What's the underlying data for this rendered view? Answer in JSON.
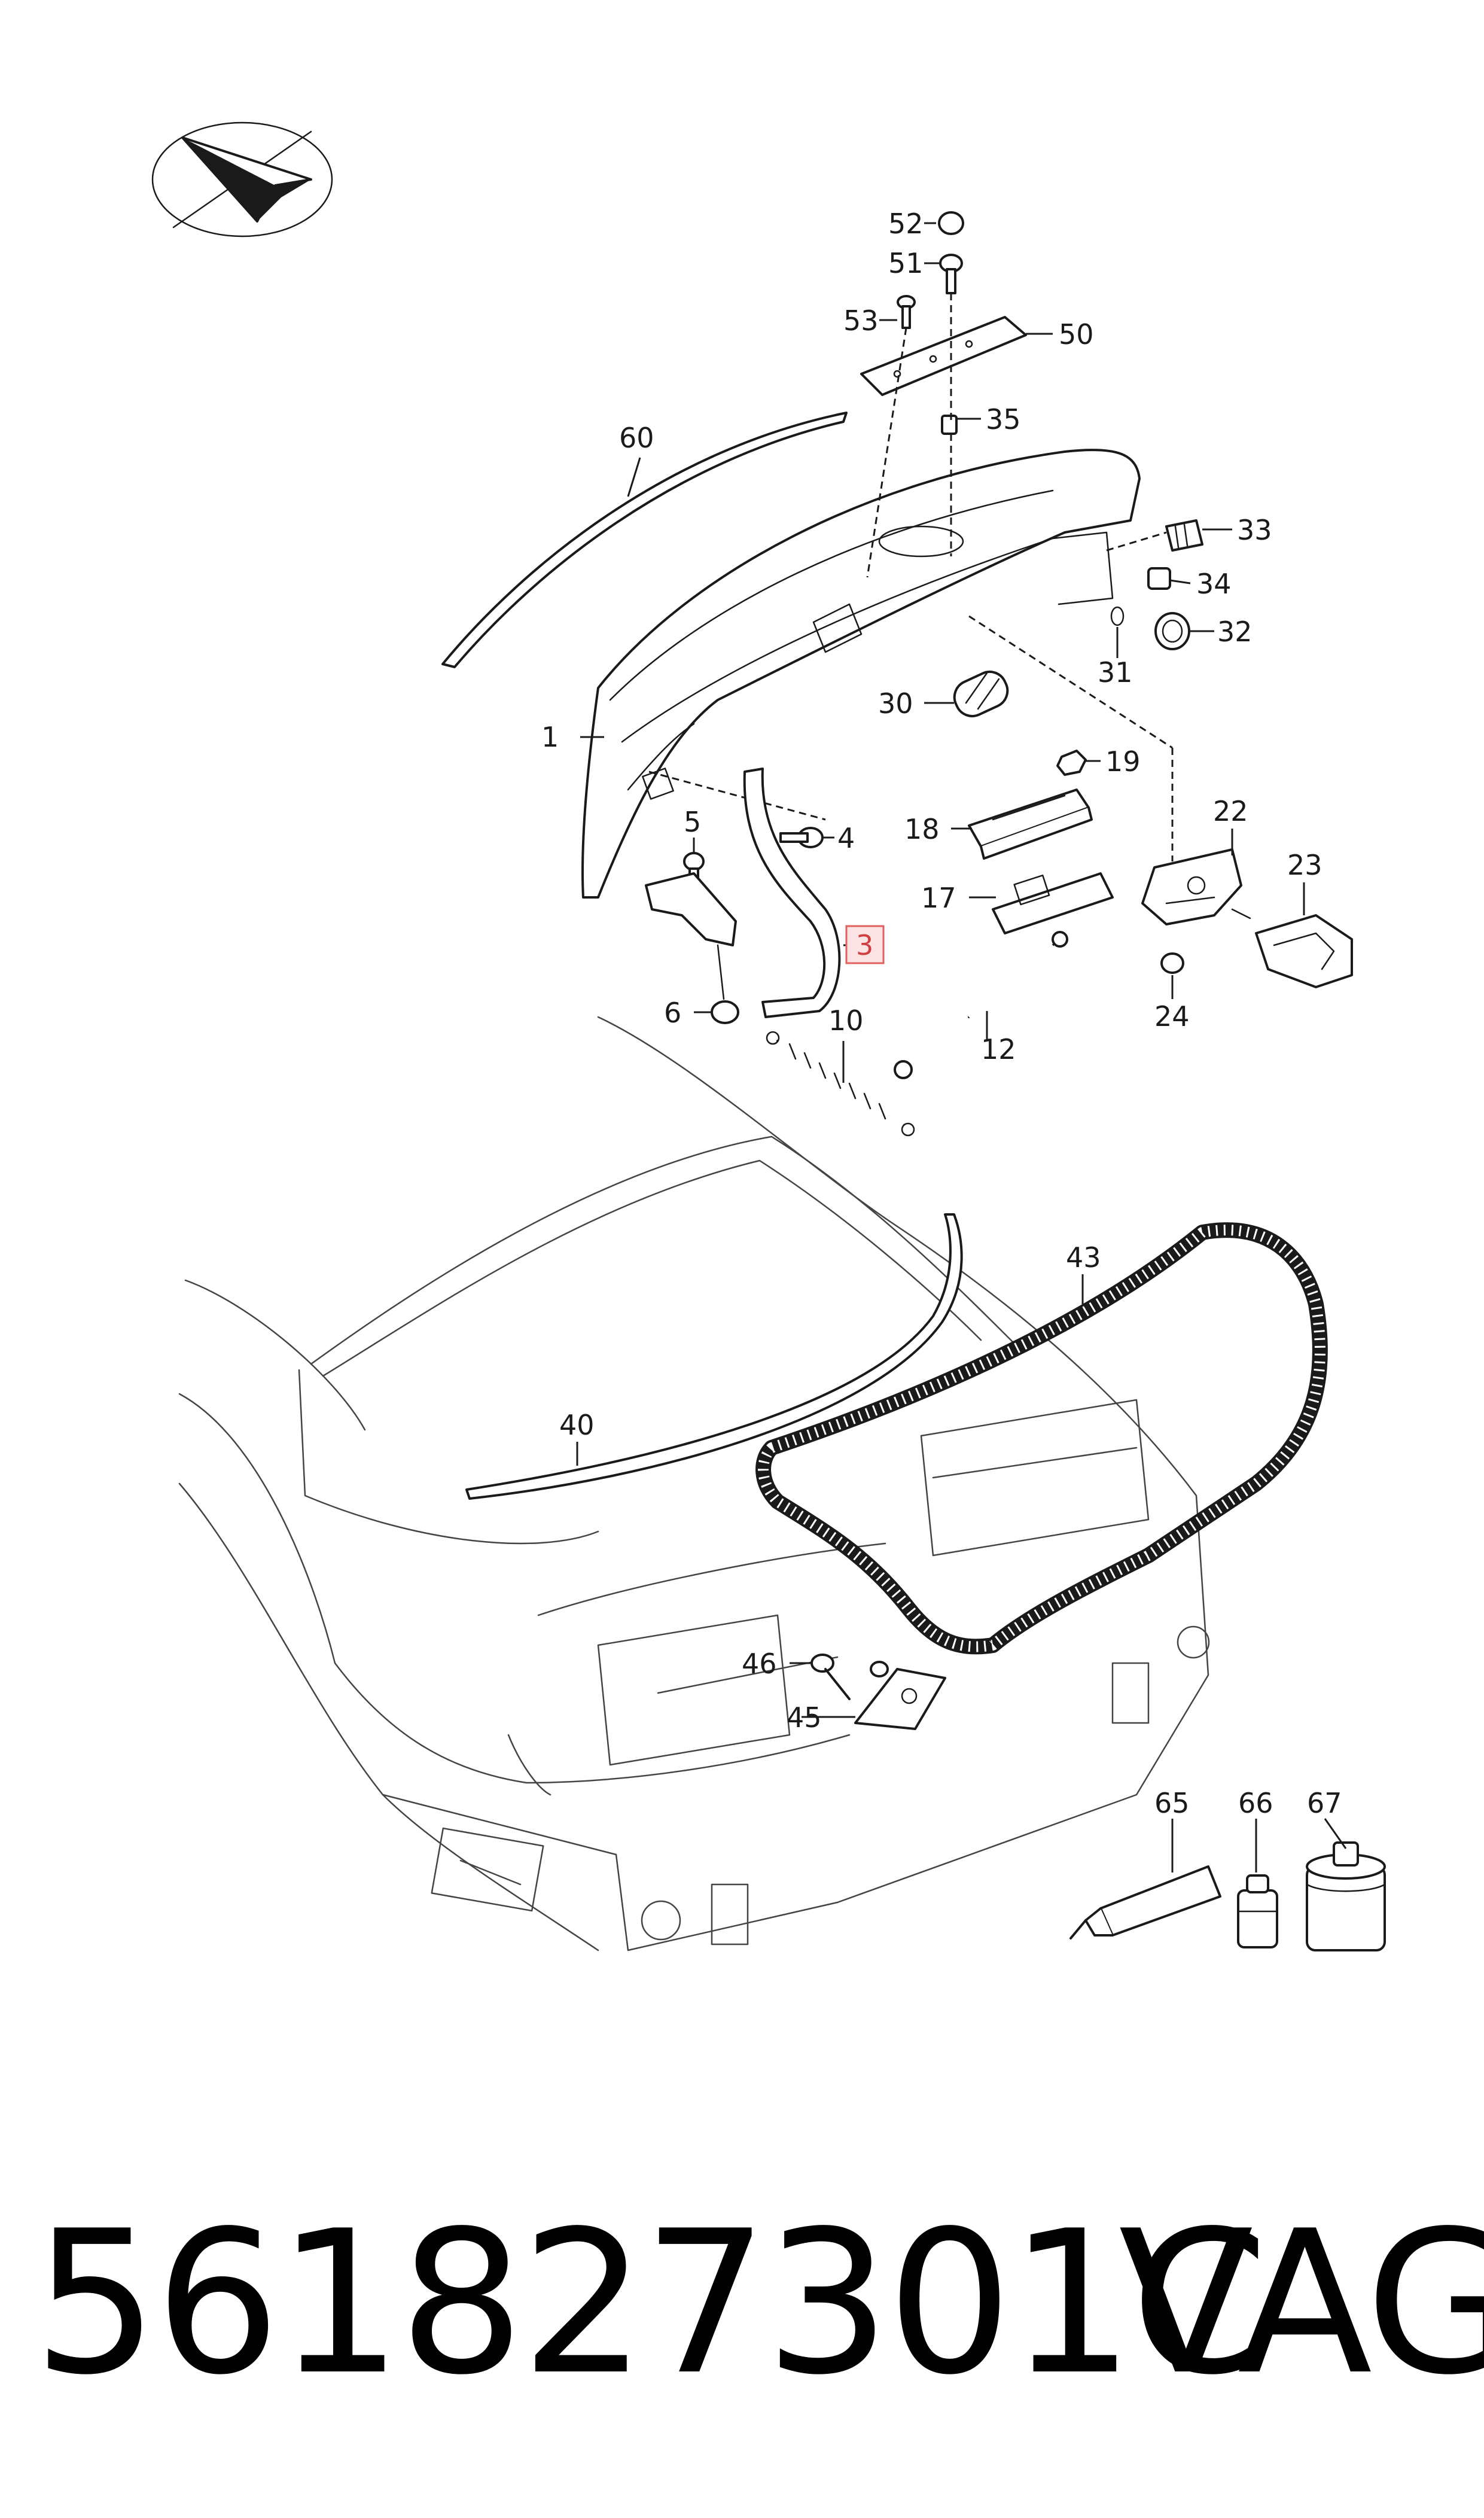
{
  "diagram": {
    "callouts": {
      "c1": "1",
      "c3": "3",
      "c4": "4",
      "c5": "5",
      "c6": "6",
      "c10": "10",
      "c12": "12",
      "c17": "17",
      "c18": "18",
      "c19": "19",
      "c22": "22",
      "c23": "23",
      "c24": "24",
      "c30": "30",
      "c31": "31",
      "c32": "32",
      "c33": "33",
      "c34": "34",
      "c35": "35",
      "c40": "40",
      "c43": "43",
      "c45": "45",
      "c46": "46",
      "c50": "50",
      "c51": "51",
      "c52": "52",
      "c53": "53",
      "c60": "60",
      "c65": "65",
      "c66": "66",
      "c67": "67"
    },
    "highlighted_part": "3",
    "highlight_color": "#e06060",
    "orientation_icon": "direction-arrow-icon"
  },
  "footer": {
    "part_number": "561827301C",
    "brand": "VAG"
  }
}
